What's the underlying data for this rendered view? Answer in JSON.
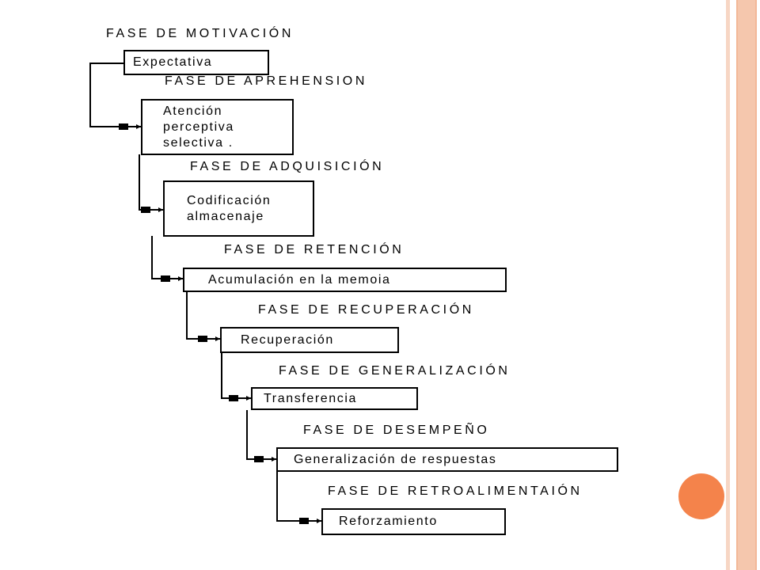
{
  "phases": [
    {
      "title": "FASE DE MOTIVACIÓN",
      "box": "Expectativa"
    },
    {
      "title": "FASE DE APREHENSION",
      "box": "Atención\nperceptiva\nselectiva ."
    },
    {
      "title": "FASE DE ADQUISICIÓN",
      "box": "Codificación\nalmacenaje"
    },
    {
      "title": "FASE DE RETENCIÓN",
      "box": "Acumulación en la memoia"
    },
    {
      "title": "FASE DE RECUPERACIÓN",
      "box": "Recuperación"
    },
    {
      "title": "FASE DE GENERALIZACIÓN",
      "box": "Transferencia"
    },
    {
      "title": "FASE DE DESEMPEÑO",
      "box": "Generalización de respuestas"
    },
    {
      "title": "FASE DE RETROALIMENTAIÓN",
      "box": "Reforzamiento"
    }
  ],
  "colors": {
    "accent_circle": "#f4834b",
    "frame_stripes": [
      "#f7d6c4",
      "#f2b898"
    ]
  }
}
